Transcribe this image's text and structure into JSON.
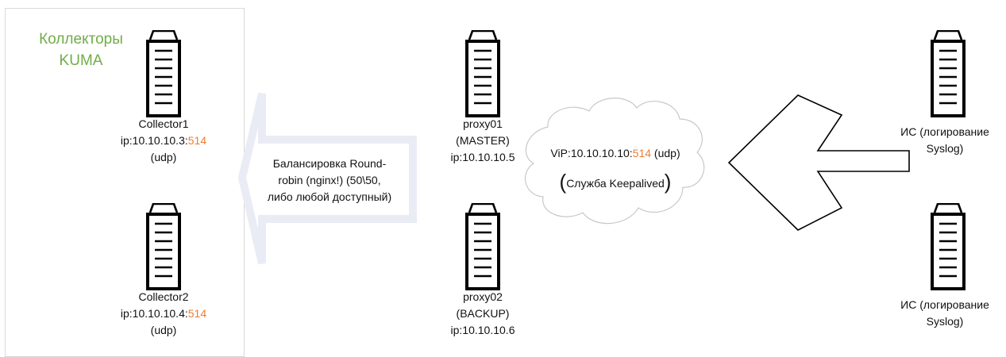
{
  "group_title": {
    "line1": "Коллекторы",
    "line2": "KUMA"
  },
  "collector1": {
    "name": "Collector1",
    "ip_prefix": "ip:10.10.10.3:",
    "port": "514",
    "proto": "(udp)"
  },
  "collector2": {
    "name": "Collector2",
    "ip_prefix": "ip:10.10.10.4:",
    "port": "514",
    "proto": "(udp)"
  },
  "proxy01": {
    "name": "proxy01",
    "role": "(MASTER)",
    "ip": "ip:10.10.10.5"
  },
  "proxy02": {
    "name": "proxy02",
    "role": "(BACKUP)",
    "ip": "ip:10.10.10.6"
  },
  "balancer": {
    "line1": "Балансировка Round-",
    "line2": "robin (nginx!) (50\\50,",
    "line3": "либо любой доступный)"
  },
  "vip": {
    "prefix": "ViP:10.10.10.10:",
    "port": "514",
    "suffix": " (udp)"
  },
  "keepalived": {
    "open": "(",
    "text": "Служба Keepalived",
    "close": ")"
  },
  "source1": {
    "line1": "ИС (логирование",
    "line2": "Syslog)"
  },
  "source2": {
    "line1": "ИС (логирование",
    "line2": "Syslog)"
  },
  "colors": {
    "accent_green": "#70ad47",
    "port_orange": "#ed7d31",
    "arrow_fill": "#e9ecf4"
  },
  "icons": {
    "server": "server-tower-icon",
    "cloud": "cloud-shape",
    "arrow_left": "arrow-left-icon"
  }
}
